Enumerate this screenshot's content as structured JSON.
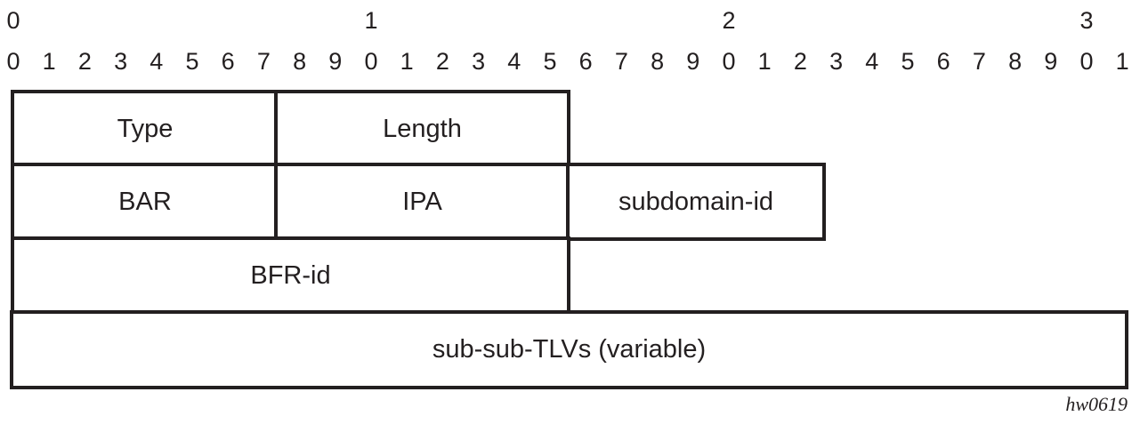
{
  "ruler": {
    "tens": [
      "0",
      "1",
      "2",
      "3"
    ],
    "units": [
      "0",
      "1",
      "2",
      "3",
      "4",
      "5",
      "6",
      "7",
      "8",
      "9",
      "0",
      "1",
      "2",
      "3",
      "4",
      "5",
      "6",
      "7",
      "8",
      "9",
      "0",
      "1",
      "2",
      "3",
      "4",
      "5",
      "6",
      "7",
      "8",
      "9",
      "0",
      "1"
    ]
  },
  "fields": {
    "type": "Type",
    "length": "Length",
    "bar": "BAR",
    "ipa": "IPA",
    "subdomain_id": "subdomain-id",
    "bfr_id": "BFR-id",
    "sub_sub_tlvs": "sub-sub-TLVs (variable)"
  },
  "figure_id": "hw0619"
}
